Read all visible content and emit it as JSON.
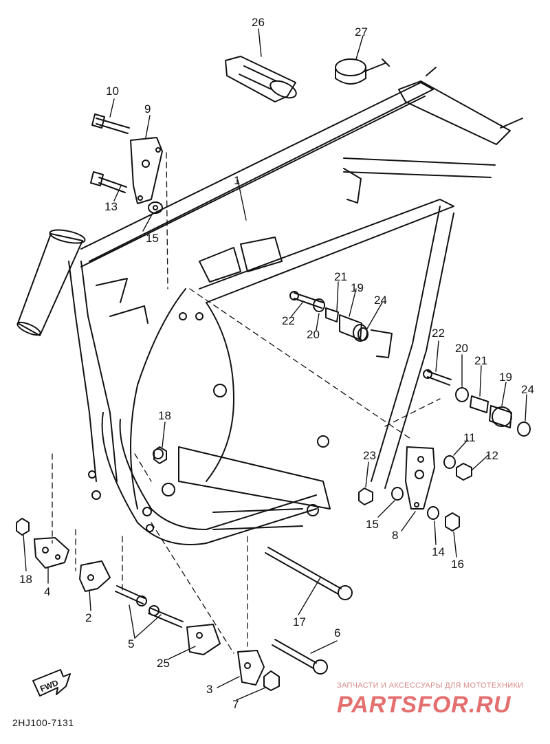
{
  "diagram_code": "2HJ100-7131",
  "fwd_label": "FWD",
  "watermark": {
    "caption": "ЗАПЧАСТИ И АКСЕССУАРЫ ДЛЯ МОТОТЕХНИКИ",
    "brand": "PARTSFOR.RU"
  },
  "colors": {
    "ink": "#111111",
    "watermark": "#e46f6f"
  },
  "callouts": [
    {
      "id": "c26",
      "label": "26"
    },
    {
      "id": "c27",
      "label": "27"
    },
    {
      "id": "c10",
      "label": "10"
    },
    {
      "id": "c9",
      "label": "9"
    },
    {
      "id": "c13",
      "label": "13"
    },
    {
      "id": "c15a",
      "label": "15"
    },
    {
      "id": "c1",
      "label": "1"
    },
    {
      "id": "c21a",
      "label": "21"
    },
    {
      "id": "c19a",
      "label": "19"
    },
    {
      "id": "c24a",
      "label": "24"
    },
    {
      "id": "c22a",
      "label": "22"
    },
    {
      "id": "c20a",
      "label": "20"
    },
    {
      "id": "c22b",
      "label": "22"
    },
    {
      "id": "c20b",
      "label": "20"
    },
    {
      "id": "c21b",
      "label": "21"
    },
    {
      "id": "c19b",
      "label": "19"
    },
    {
      "id": "c24b",
      "label": "24"
    },
    {
      "id": "c18a",
      "label": "18"
    },
    {
      "id": "c11",
      "label": "11"
    },
    {
      "id": "c12",
      "label": "12"
    },
    {
      "id": "c23",
      "label": "23"
    },
    {
      "id": "c15b",
      "label": "15"
    },
    {
      "id": "c8",
      "label": "8"
    },
    {
      "id": "c14",
      "label": "14"
    },
    {
      "id": "c16",
      "label": "16"
    },
    {
      "id": "c18b",
      "label": "18"
    },
    {
      "id": "c4",
      "label": "4"
    },
    {
      "id": "c2",
      "label": "2"
    },
    {
      "id": "c5",
      "label": "5"
    },
    {
      "id": "c25",
      "label": "25"
    },
    {
      "id": "c17",
      "label": "17"
    },
    {
      "id": "c6",
      "label": "6"
    },
    {
      "id": "c3",
      "label": "3"
    },
    {
      "id": "c7",
      "label": "7"
    }
  ]
}
